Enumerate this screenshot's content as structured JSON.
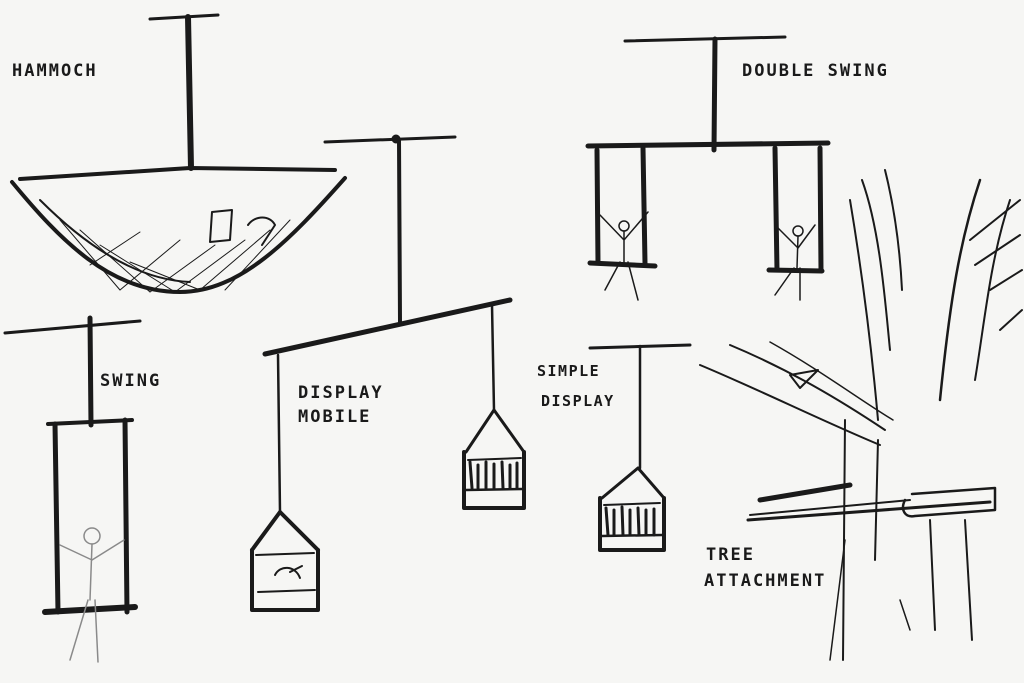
{
  "labels": {
    "hammock": "HAMMOCH",
    "double_swing": "DOUBLE SWING",
    "swing": "SWING",
    "display_mobile_line1": "DISPLAY",
    "display_mobile_line2": "MOBILE",
    "simple_display_line1": "SIMPLE",
    "simple_display_line2": "DISPLAY",
    "tree_attachment_line1": "TREE",
    "tree_attachment_line2": "ATTACHMENT"
  },
  "colors": {
    "ink": "#1a1a1a",
    "paper": "#f6f6f4",
    "pencil": "#8a8a8a"
  }
}
